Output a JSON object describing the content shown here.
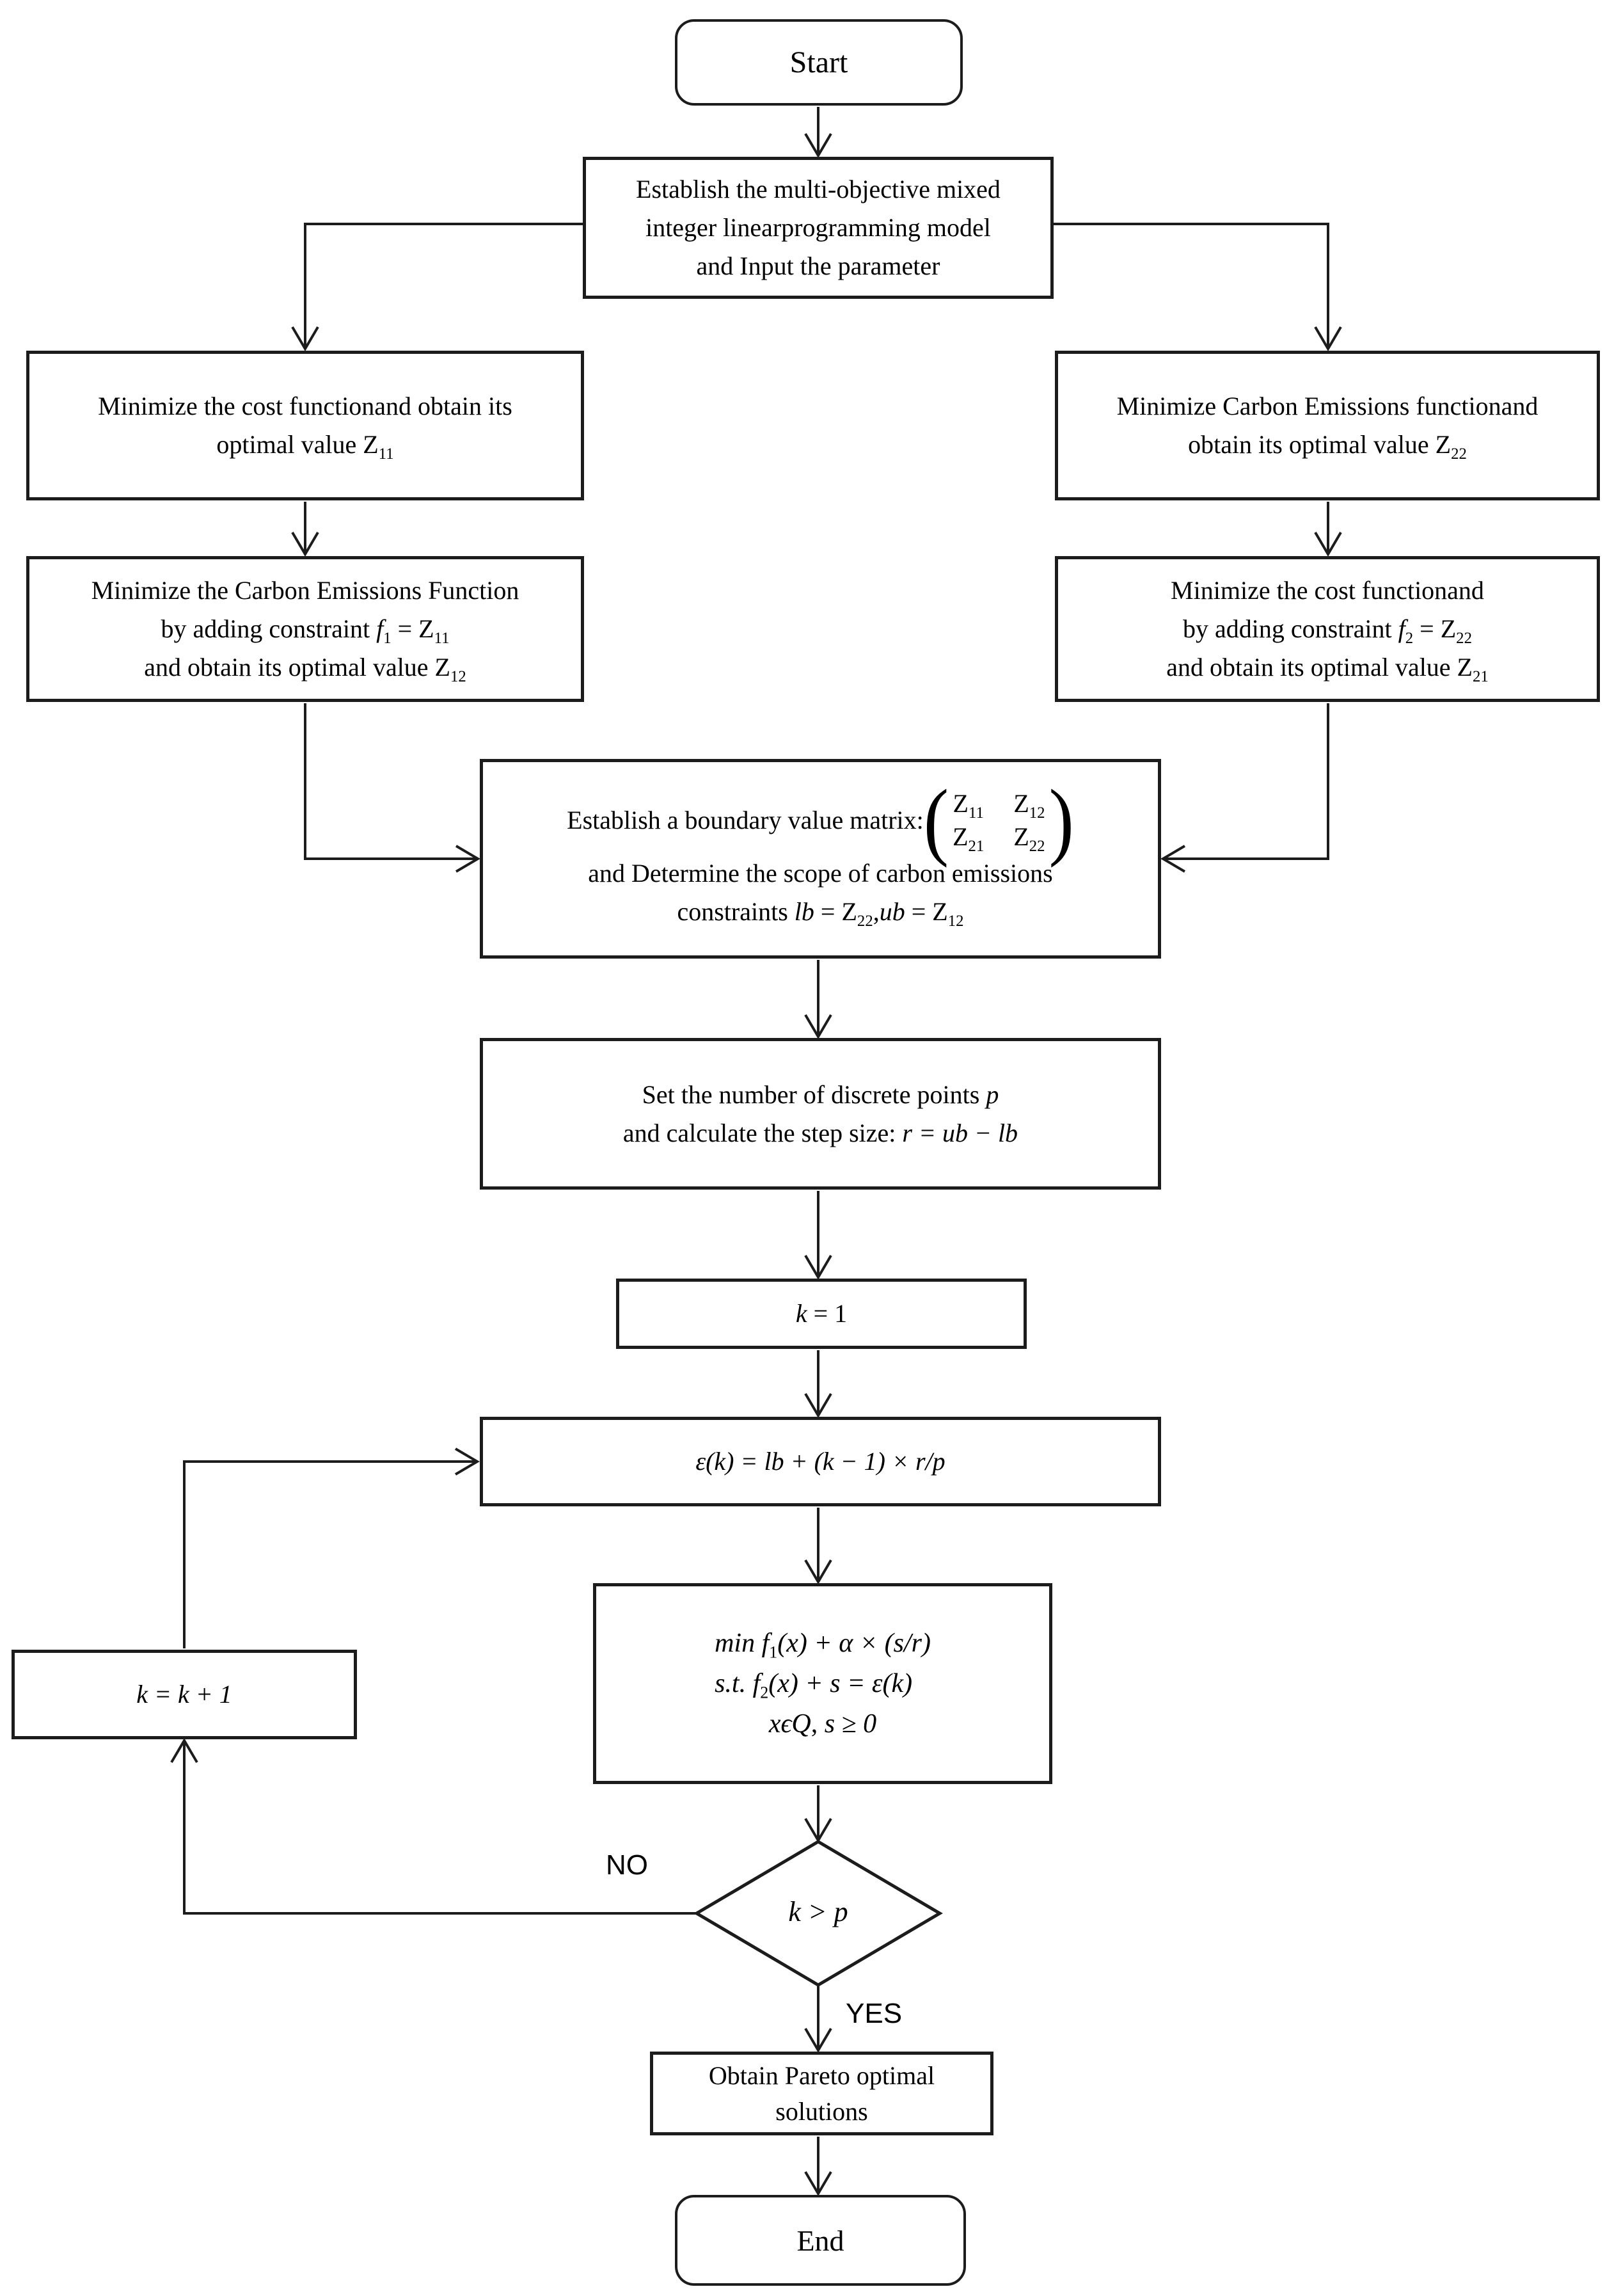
{
  "colors": {
    "stroke": "#1c1c1c",
    "background": "#ffffff"
  },
  "nodes": {
    "start": {
      "label": "Start"
    },
    "establish": {
      "lines": [
        [
          [
            "t",
            "Establish the multi-objective mixed"
          ]
        ],
        [
          [
            "t",
            "integer linearprogramming model"
          ]
        ],
        [
          [
            "t",
            "and Input the parameter"
          ]
        ]
      ]
    },
    "min_cost": {
      "lines": [
        [
          [
            "t",
            "Minimize the cost functionand obtain its"
          ]
        ],
        [
          [
            "t",
            "optimal value Z"
          ],
          [
            "s",
            "11"
          ]
        ]
      ]
    },
    "min_carbon": {
      "lines": [
        [
          [
            "t",
            "Minimize Carbon Emissions functionand"
          ]
        ],
        [
          [
            "t",
            "obtain its optimal value Z"
          ],
          [
            "s",
            "22"
          ]
        ]
      ]
    },
    "min_carbon_constrained": {
      "lines": [
        [
          [
            "t",
            "Minimize the Carbon Emissions Function"
          ]
        ],
        [
          [
            "t",
            "by adding constraint  "
          ],
          [
            "i",
            "f"
          ],
          [
            "s",
            "1"
          ],
          [
            "t",
            " = Z"
          ],
          [
            "s",
            "11"
          ]
        ],
        [
          [
            "t",
            "and obtain its optimal value Z"
          ],
          [
            "s",
            "12"
          ]
        ]
      ]
    },
    "min_cost_constrained": {
      "lines": [
        [
          [
            "t",
            "Minimize the cost functionand"
          ]
        ],
        [
          [
            "t",
            "by adding constraint  "
          ],
          [
            "i",
            "f"
          ],
          [
            "s",
            "2"
          ],
          [
            "t",
            " = Z"
          ],
          [
            "s",
            "22"
          ]
        ],
        [
          [
            "t",
            "and obtain its optimal value Z"
          ],
          [
            "s",
            "21"
          ]
        ]
      ]
    },
    "boundary_matrix": {
      "line1_prefix": [
        [
          "t",
          "Establish a boundary value matrix: "
        ]
      ],
      "matrix": [
        [
          [
            "t",
            "Z"
          ],
          [
            "s",
            "11"
          ]
        ],
        [
          [
            "t",
            "Z"
          ],
          [
            "s",
            "12"
          ]
        ],
        [
          [
            "t",
            "Z"
          ],
          [
            "s",
            "21"
          ]
        ],
        [
          [
            "t",
            "Z"
          ],
          [
            "s",
            "22"
          ]
        ]
      ],
      "line2": [
        [
          "t",
          "and Determine the scope of carbon emissions"
        ]
      ],
      "line3": [
        [
          "t",
          "constraints "
        ],
        [
          "i",
          "lb"
        ],
        [
          "t",
          " = Z"
        ],
        [
          "s",
          "22"
        ],
        [
          "t",
          ","
        ],
        [
          "i",
          "ub"
        ],
        [
          "t",
          " = Z"
        ],
        [
          "s",
          "12"
        ]
      ]
    },
    "step_size": {
      "lines": [
        [
          [
            "t",
            "Set the number of discrete points "
          ],
          [
            "i",
            "p"
          ]
        ],
        [
          [
            "t",
            "and calculate the step size: "
          ],
          [
            "i",
            "r = ub − lb"
          ]
        ]
      ]
    },
    "k_init": {
      "label": [
        [
          "i",
          "k"
        ],
        [
          "t",
          " = 1"
        ]
      ]
    },
    "epsilon": {
      "label": [
        [
          "i",
          "ε(k) = lb + (k − 1) × r/p"
        ]
      ]
    },
    "optimize": {
      "lines": [
        [
          [
            "i",
            "min  f"
          ],
          [
            "s",
            "1"
          ],
          [
            "i",
            "(x) + α × (s/r)"
          ]
        ],
        [
          [
            "i",
            "s.t.  f"
          ],
          [
            "s",
            "2"
          ],
          [
            "i",
            "(x) + s = ε(k)"
          ]
        ],
        [
          [
            "i",
            "xϵQ"
          ],
          [
            "t",
            ",  "
          ],
          [
            "i",
            "s ≥ 0"
          ]
        ]
      ]
    },
    "k_increment": {
      "label": [
        [
          "i",
          "k = k + 1"
        ]
      ]
    },
    "decision": {
      "label": [
        [
          "i",
          "k > p"
        ]
      ]
    },
    "pareto": {
      "lines": [
        [
          [
            "t",
            "Obtain Pareto optimal"
          ]
        ],
        [
          [
            "t",
            "solutions"
          ]
        ]
      ]
    },
    "end": {
      "label": "End"
    }
  },
  "edge_labels": {
    "no": "NO",
    "yes": "YES"
  }
}
